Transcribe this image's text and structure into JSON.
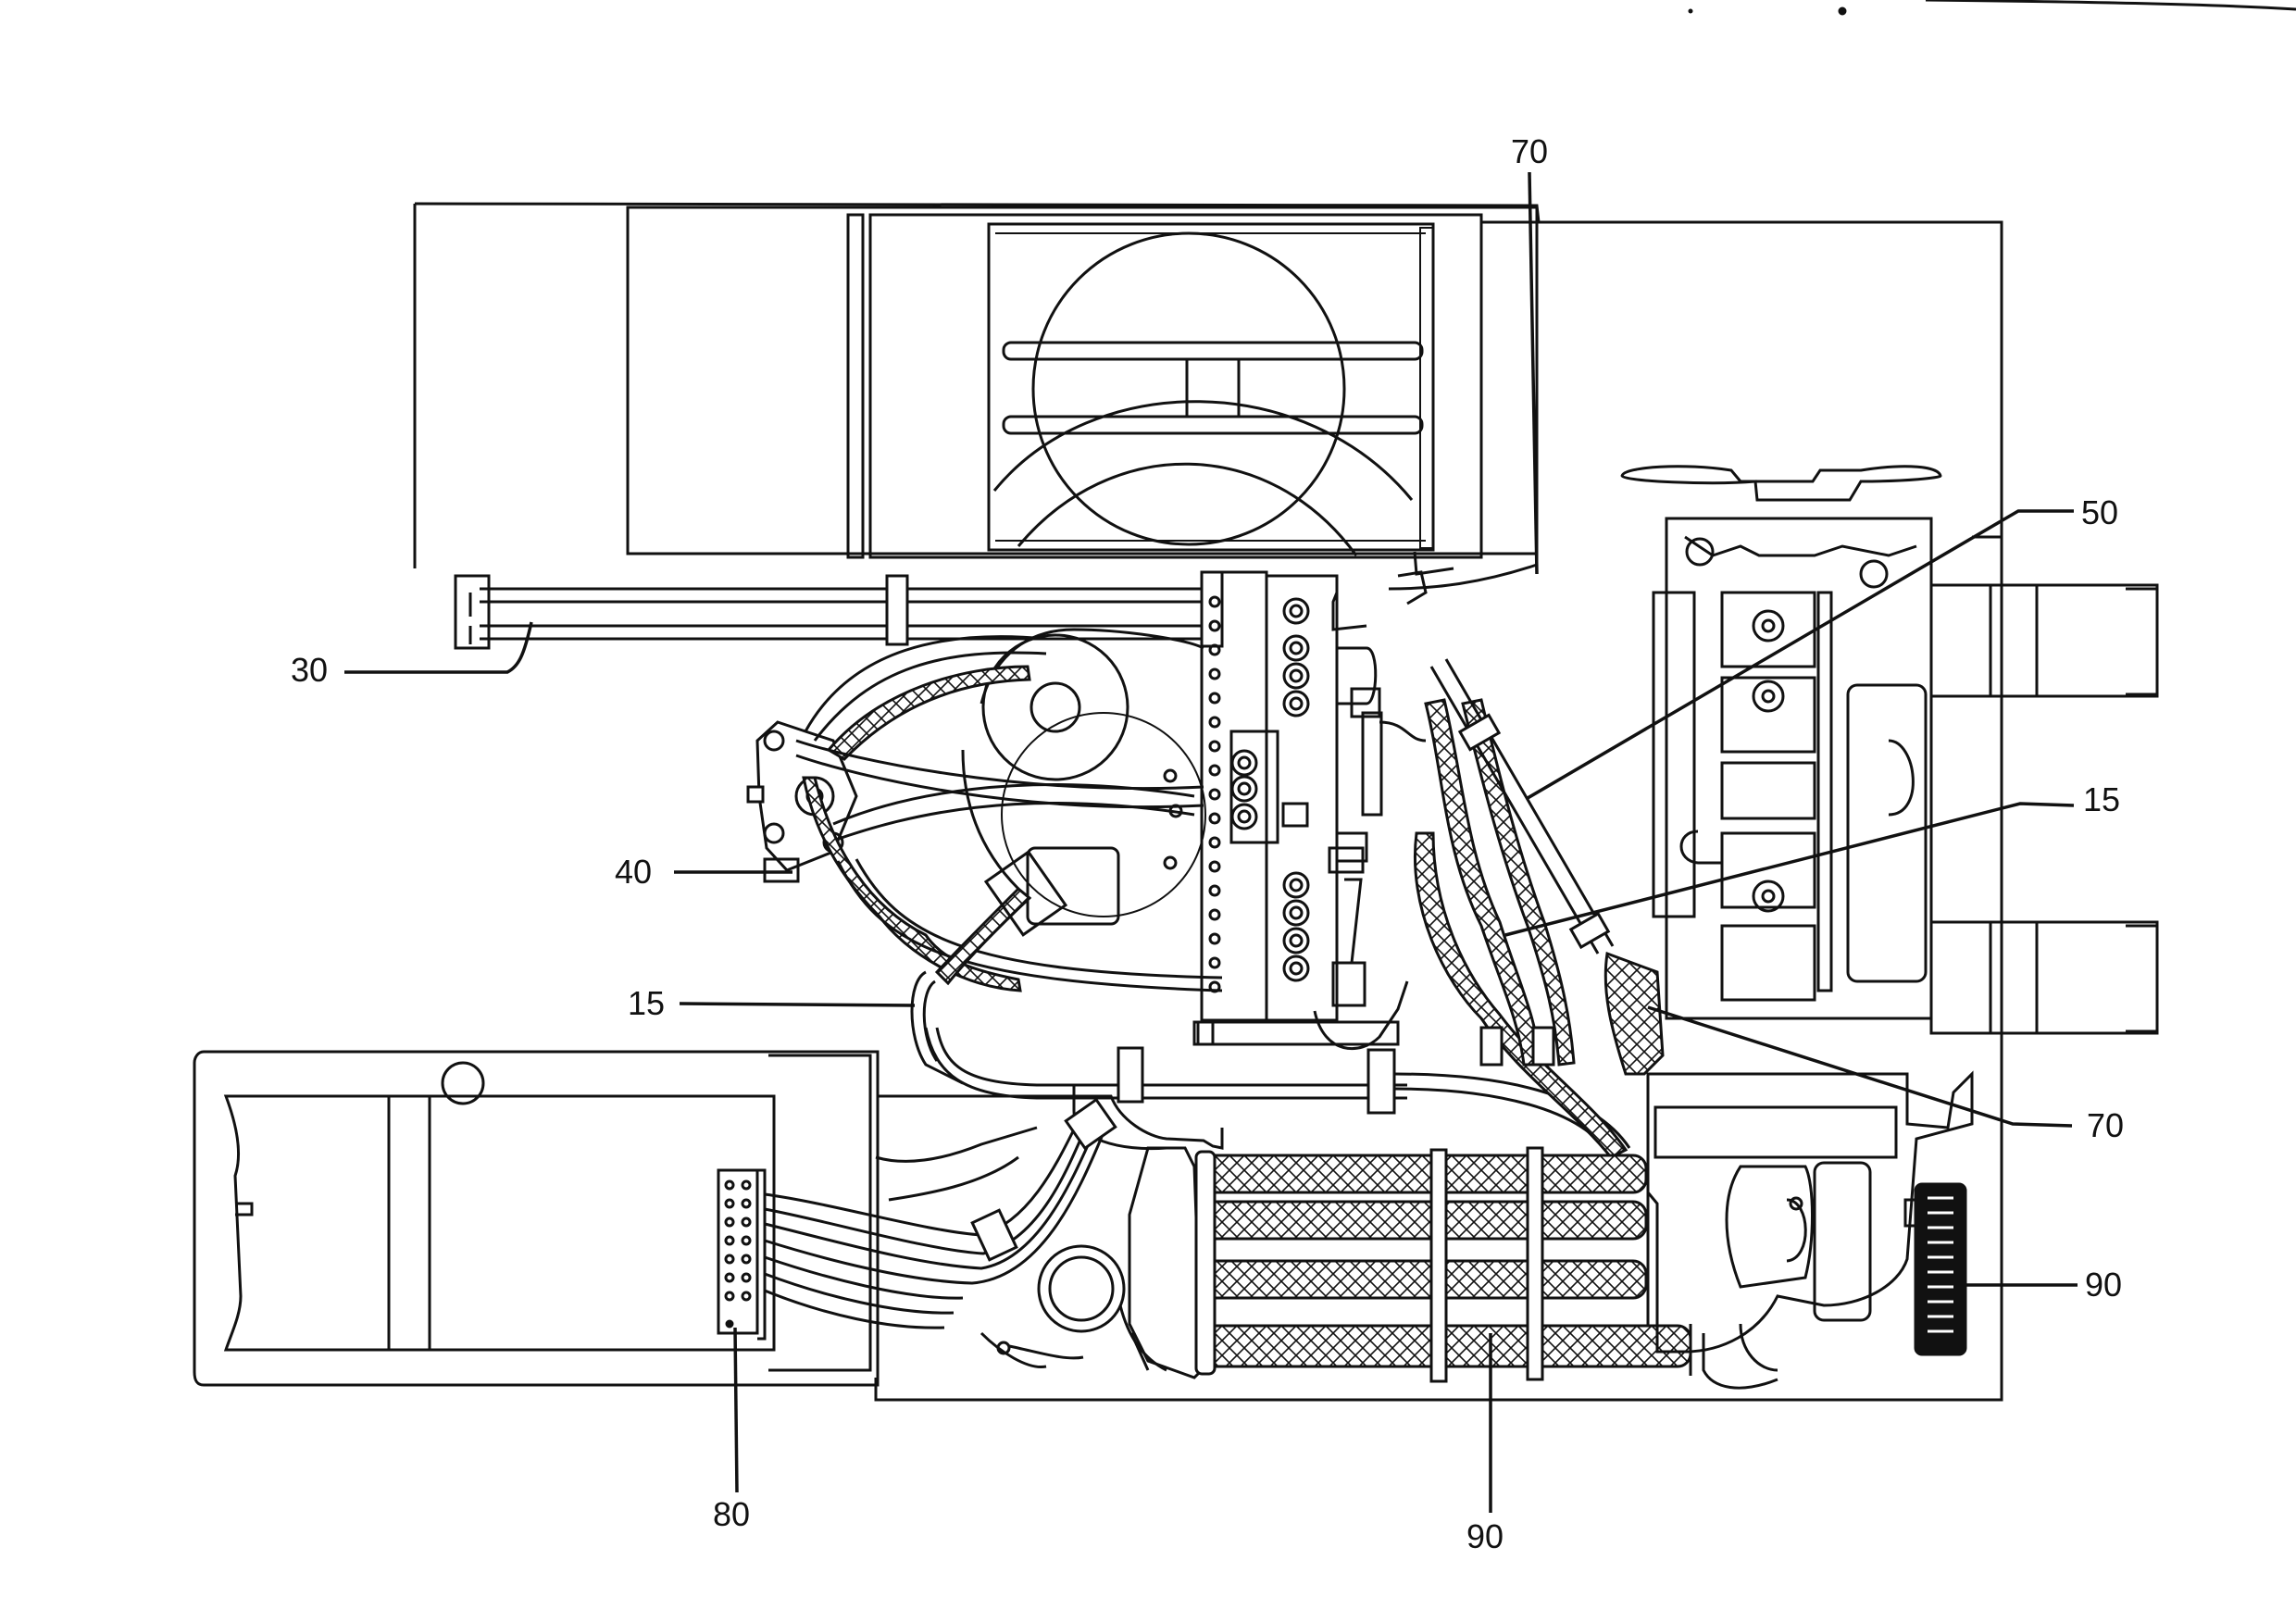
{
  "callouts": [
    {
      "id": "70-top",
      "text": "70"
    },
    {
      "id": "50",
      "text": "50"
    },
    {
      "id": "15-right",
      "text": "15"
    },
    {
      "id": "70-right",
      "text": "70"
    },
    {
      "id": "90-right",
      "text": "90"
    },
    {
      "id": "30",
      "text": "30"
    },
    {
      "id": "40",
      "text": "40"
    },
    {
      "id": "15-left",
      "text": "15"
    },
    {
      "id": "80",
      "text": "80"
    },
    {
      "id": "90-bottom",
      "text": "90"
    }
  ],
  "colors": {
    "ink": "#111111",
    "paper": "#ffffff"
  }
}
